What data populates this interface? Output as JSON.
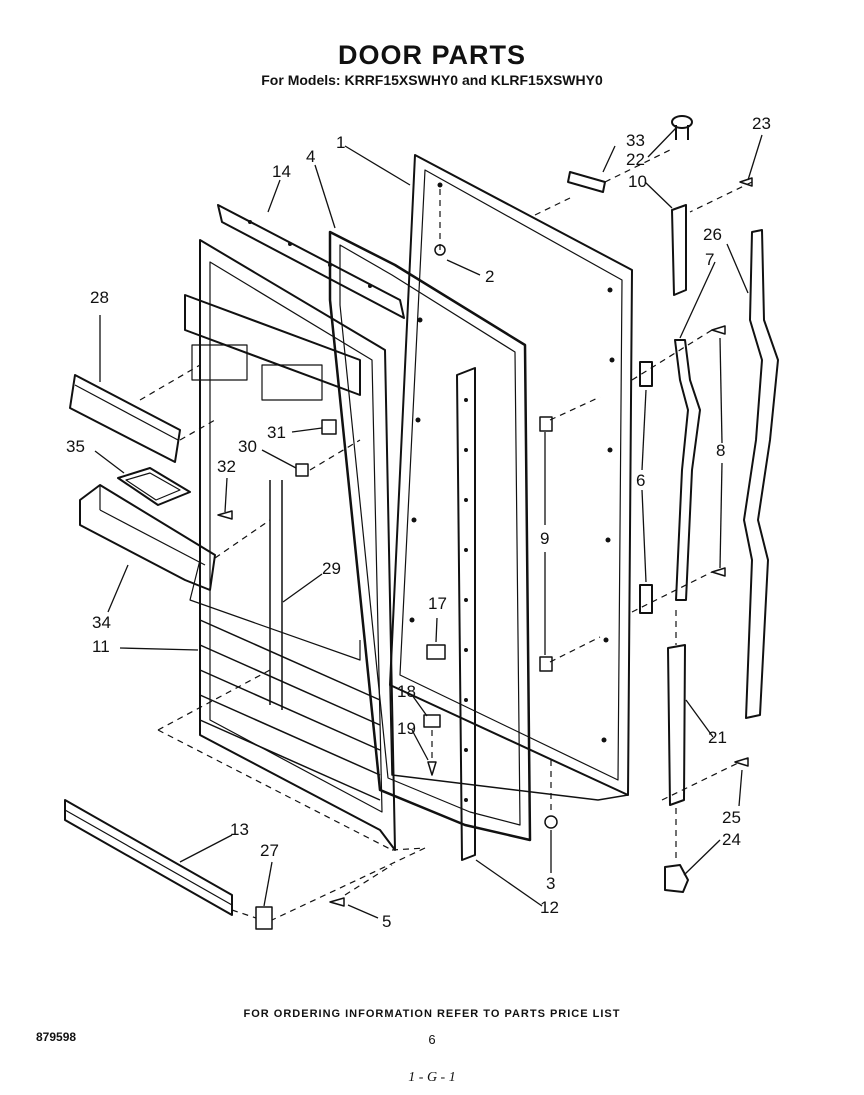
{
  "header": {
    "title": "DOOR PARTS",
    "subtitle": "For Models: KRRF15XSWHY0 and KLRF15XSWHY0"
  },
  "callouts": {
    "c1": "1",
    "c2": "2",
    "c3": "3",
    "c4": "4",
    "c5": "5",
    "c6": "6",
    "c7": "7",
    "c8": "8",
    "c9": "9",
    "c10": "10",
    "c11": "11",
    "c12": "12",
    "c13": "13",
    "c14": "14",
    "c17": "17",
    "c18": "18",
    "c19": "19",
    "c21": "21",
    "c22": "22",
    "c23": "23",
    "c24": "24",
    "c25": "25",
    "c26": "26",
    "c27": "27",
    "c28": "28",
    "c29": "29",
    "c30": "30",
    "c31": "31",
    "c32": "32",
    "c33": "33",
    "c34": "34",
    "c35": "35"
  },
  "footer": {
    "ordering_note": "FOR ORDERING INFORMATION REFER TO PARTS PRICE LIST",
    "doc_number": "879598",
    "page_number": "6",
    "hand_mark": "1 - G - 1"
  }
}
